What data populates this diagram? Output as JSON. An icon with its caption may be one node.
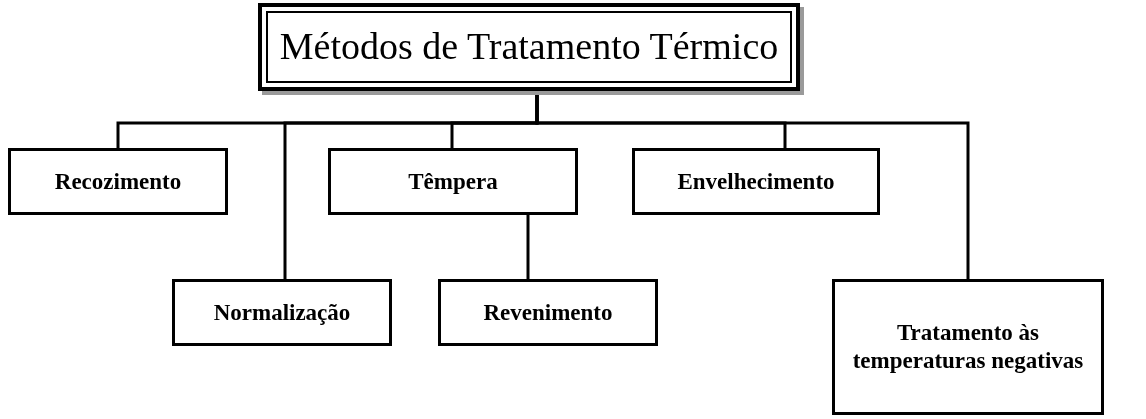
{
  "diagram": {
    "nodes": [
      {
        "text": [
          "Métodos de Tratamento Térmico"
        ]
      },
      {
        "text": [
          "Recozimento"
        ]
      },
      {
        "text": [
          "Normalização"
        ]
      },
      {
        "text": [
          "Têmpera"
        ]
      },
      {
        "text": [
          "Revenimento"
        ]
      },
      {
        "text": [
          "Envelhecimento"
        ]
      },
      {
        "text": [
          "Tratamento às temperaturas negativas"
        ]
      }
    ],
    "edges": [
      {
        "from": 0,
        "to": 1,
        "arrow": "none"
      },
      {
        "from": 0,
        "to": 2,
        "arrow": "none"
      },
      {
        "from": 0,
        "to": 3,
        "arrow": "none"
      },
      {
        "from": 0,
        "to": 5,
        "arrow": "none"
      },
      {
        "from": 0,
        "to": 6,
        "arrow": "none"
      },
      {
        "from": 3,
        "to": 4,
        "arrow": "none"
      }
    ]
  }
}
